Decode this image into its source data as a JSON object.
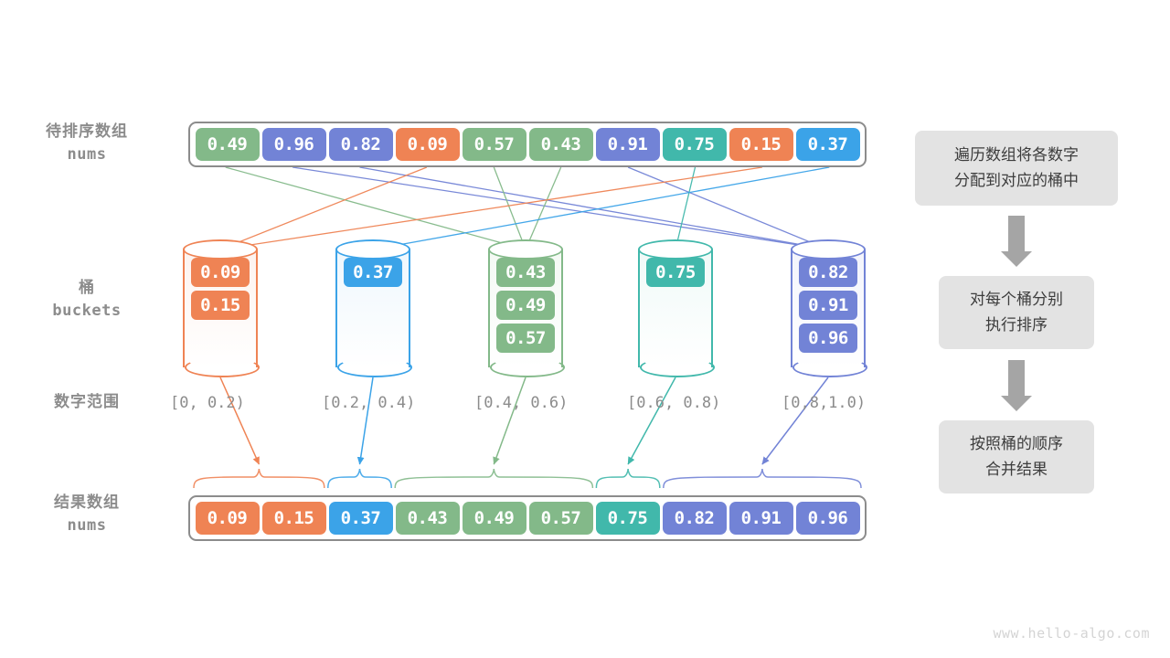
{
  "labels": {
    "source_array_cn": "待排序数组",
    "source_array_en": "nums",
    "buckets_cn": "桶",
    "buckets_en": "buckets",
    "number_range_cn": "数字范围",
    "result_array_cn": "结果数组",
    "result_array_en": "nums"
  },
  "colors": {
    "orange": "#ef8354",
    "blue": "#3ba3e8",
    "green": "#83b989",
    "teal": "#41b8ab",
    "purple": "#7283d6",
    "array_border": "#8c8c8c",
    "text_gray": "#8c8c8c",
    "step_box_bg": "#e3e3e3",
    "step_arrow": "#a5a5a5",
    "watermark": "#d4d4d4"
  },
  "source_array": [
    {
      "value": "0.49",
      "color": "#83b989"
    },
    {
      "value": "0.96",
      "color": "#7283d6"
    },
    {
      "value": "0.82",
      "color": "#7283d6"
    },
    {
      "value": "0.09",
      "color": "#ef8354"
    },
    {
      "value": "0.57",
      "color": "#83b989"
    },
    {
      "value": "0.43",
      "color": "#83b989"
    },
    {
      "value": "0.91",
      "color": "#7283d6"
    },
    {
      "value": "0.75",
      "color": "#41b8ab"
    },
    {
      "value": "0.15",
      "color": "#ef8354"
    },
    {
      "value": "0.37",
      "color": "#3ba3e8"
    }
  ],
  "buckets": [
    {
      "range": "[0, 0.2)",
      "color": "#ef8354",
      "fill": "#fdf3ef",
      "items": [
        "0.09",
        "0.15"
      ]
    },
    {
      "range": "[0.2, 0.4)",
      "color": "#3ba3e8",
      "fill": "#eff7fd",
      "items": [
        "0.37"
      ]
    },
    {
      "range": "[0.4, 0.6)",
      "color": "#83b989",
      "fill": "#f4f9f4",
      "items": [
        "0.43",
        "0.49",
        "0.57"
      ]
    },
    {
      "range": "[0.6, 0.8)",
      "color": "#41b8ab",
      "fill": "#f0faf8",
      "items": [
        "0.75"
      ]
    },
    {
      "range": "[0,8,1.0)",
      "color": "#7283d6",
      "fill": "#f3f4fc",
      "items": [
        "0.82",
        "0.91",
        "0.96"
      ]
    }
  ],
  "result_array": [
    {
      "value": "0.09",
      "color": "#ef8354"
    },
    {
      "value": "0.15",
      "color": "#ef8354"
    },
    {
      "value": "0.37",
      "color": "#3ba3e8"
    },
    {
      "value": "0.43",
      "color": "#83b989"
    },
    {
      "value": "0.49",
      "color": "#83b989"
    },
    {
      "value": "0.57",
      "color": "#83b989"
    },
    {
      "value": "0.75",
      "color": "#41b8ab"
    },
    {
      "value": "0.82",
      "color": "#7283d6"
    },
    {
      "value": "0.91",
      "color": "#7283d6"
    },
    {
      "value": "0.96",
      "color": "#7283d6"
    }
  ],
  "steps": [
    {
      "text": "遍历数组将各数字\n分配到对应的桶中"
    },
    {
      "text": "对每个桶分别\n执行排序"
    },
    {
      "text": "按照桶的顺序\n合并结果"
    }
  ],
  "watermark": "www.hello-algo.com"
}
